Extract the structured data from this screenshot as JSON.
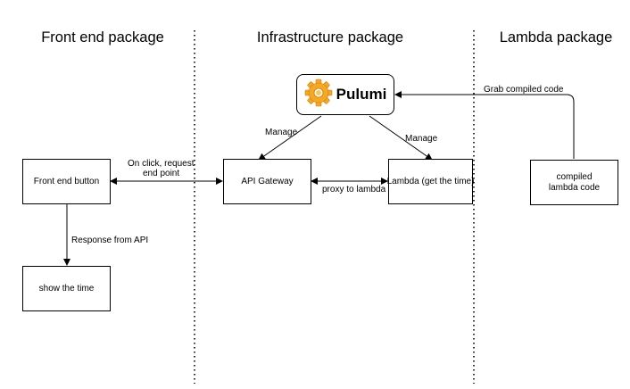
{
  "sections": {
    "front_end": "Front end package",
    "infrastructure": "Infrastructure package",
    "lambda": "Lambda package"
  },
  "pulumi": {
    "label": "Pulumi",
    "logo_icon": "pulumi-gear-logo",
    "logo_color": "#F7A823"
  },
  "boxes": {
    "front_end_button": "Front end button",
    "show_time": "show the time",
    "api_gateway": "API Gateway",
    "lambda_fn": "Lambda (get the time)",
    "compiled_lambda": "compiled lambda code"
  },
  "edges": {
    "on_click_line1": "On click, request",
    "on_click_line2": "end point",
    "response": "Response from API",
    "proxy": "proxy to lambda",
    "manage_left": "Manage",
    "manage_right": "Manage",
    "grab": "Grab compiled code"
  }
}
